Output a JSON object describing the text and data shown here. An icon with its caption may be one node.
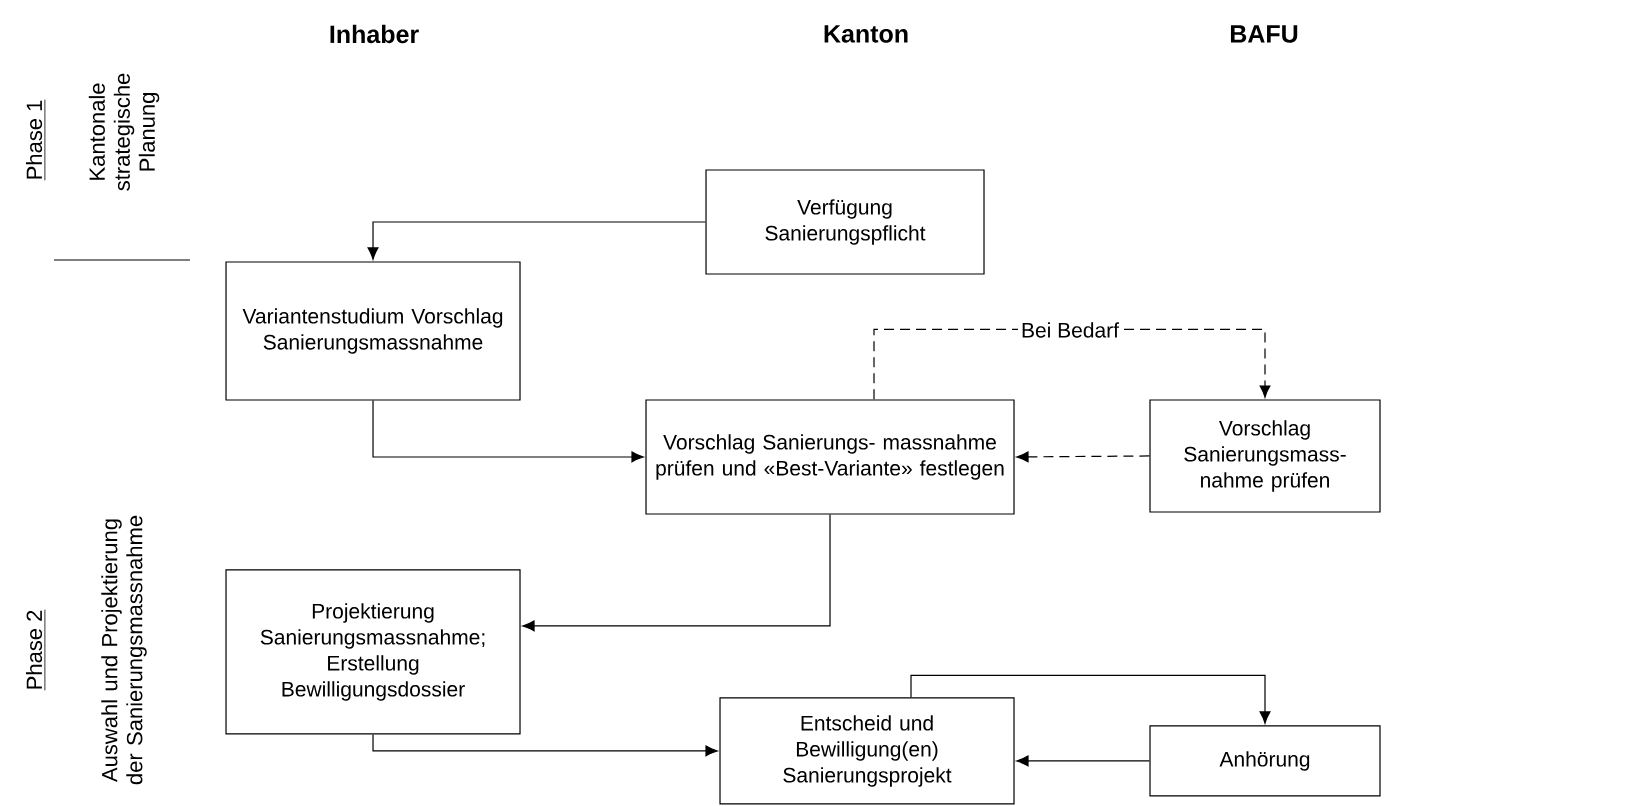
{
  "diagram": {
    "nodes": [
      {
        "text": [
          "Verfügung Sanierungspflicht"
        ]
      },
      {
        "text": [
          "Variantenstudium Vorschlag Sanierungsmassnahme"
        ]
      },
      {
        "text": [
          "Vorschlag Sanierungs- massnahme prüfen und «Best-Variante» festlegen"
        ]
      },
      {
        "text": [
          "Vorschlag Sanierungsmass- nahme prüfen"
        ]
      },
      {
        "text": [
          "Projektierung Sanierungsmassnahme; Erstellung Bewilligungsdossier"
        ]
      },
      {
        "text": [
          "Entscheid und Bewilligung(en) Sanierungsprojekt"
        ]
      },
      {
        "text": [
          "Anhörung"
        ]
      }
    ],
    "edges": [
      {
        "from": 0,
        "to": 1,
        "arrow": "to"
      },
      {
        "from": 1,
        "to": 2,
        "arrow": "to"
      },
      {
        "from": 2,
        "to": 3,
        "arrow": "to",
        "style": "dashed",
        "label": "Bei Bedarf"
      },
      {
        "from": 3,
        "to": 2,
        "arrow": "to",
        "style": "dashed"
      },
      {
        "from": 2,
        "to": 4,
        "arrow": "to"
      },
      {
        "from": 4,
        "to": 5,
        "arrow": "to"
      },
      {
        "from": 5,
        "to": 6,
        "arrow": "to"
      },
      {
        "from": 6,
        "to": 5,
        "arrow": "to"
      }
    ],
    "labels": [
      "Inhaber",
      "Kanton",
      "BAFU",
      "Phase 1",
      "Kantonale strategische Planung",
      "Phase 2",
      "Auswahl und Projektierung der Sanierungsmassnahme"
    ]
  }
}
